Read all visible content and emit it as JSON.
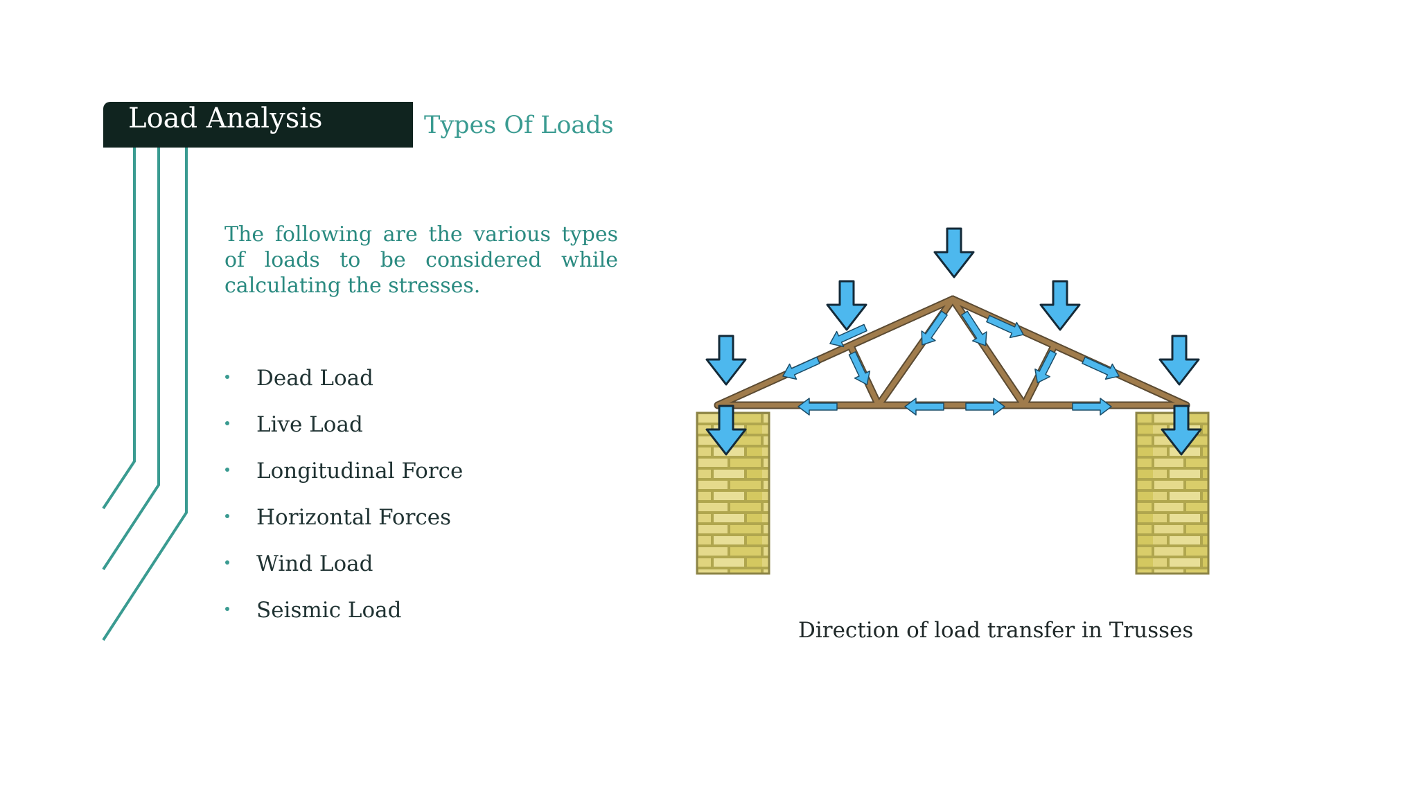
{
  "header": {
    "title": "Load Analysis",
    "subtitle": "Types Of Loads"
  },
  "intro": "The following are the various types of loads to be considered while calculating the stresses.",
  "loads": [
    "Dead Load",
    "Live Load",
    "Longitudinal Force",
    "Horizontal Forces",
    "Wind Load",
    "Seismic Load"
  ],
  "figure": {
    "caption": "Direction of load transfer in Trusses",
    "icons": [
      "down-arrow-icon",
      "force-arrow-icon",
      "brick-pillar"
    ]
  },
  "colors": {
    "title_bg": "#10241f",
    "accent": "#3a9b91",
    "arrow": "#4db8ee",
    "timber": "#a07c4c",
    "brick": "#e5da8c"
  }
}
